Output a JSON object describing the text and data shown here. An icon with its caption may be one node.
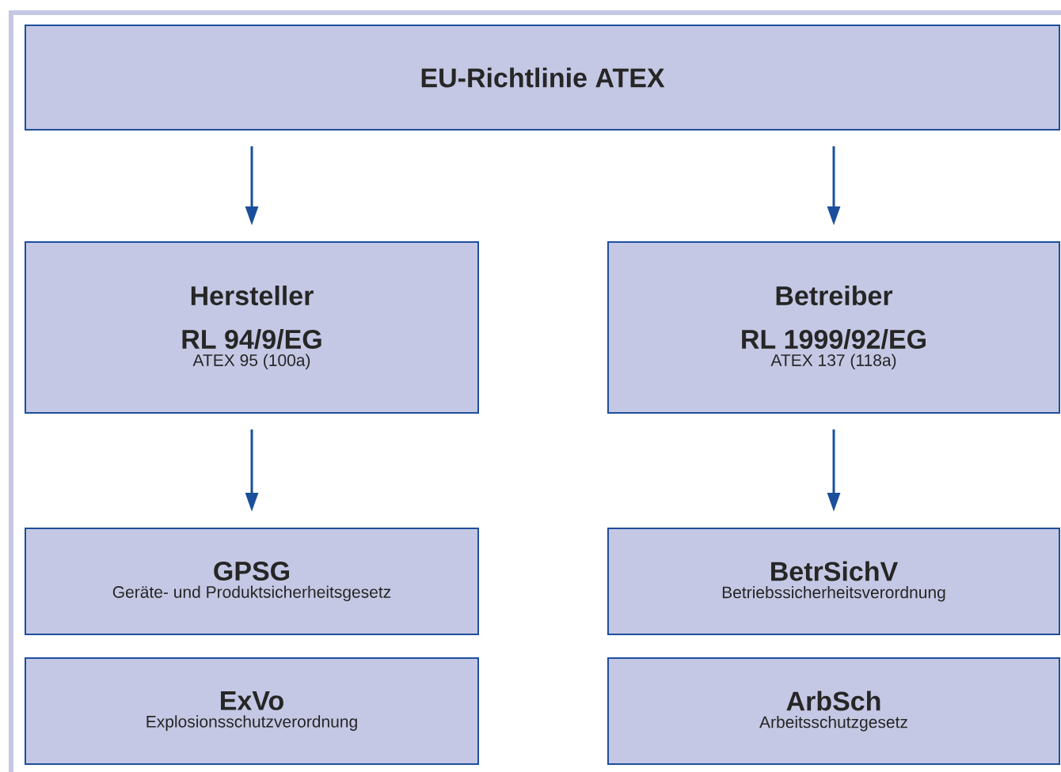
{
  "diagram": {
    "nodes": [
      {
        "text": [
          "EU-Richtlinie ATEX"
        ]
      },
      {
        "text": [
          "Hersteller",
          "RL 94/9/EG",
          "ATEX 95 (100a)"
        ]
      },
      {
        "text": [
          "Betreiber",
          "RL 1999/92/EG",
          "ATEX 137 (118a)"
        ]
      },
      {
        "text": [
          "GPSG",
          "Geräte- und Produktsicherheitsgesetz"
        ]
      },
      {
        "text": [
          "BetrSichV",
          "Betriebssicherheitsverordnung"
        ]
      },
      {
        "text": [
          "ExVo",
          "Explosionsschutzverordnung"
        ]
      },
      {
        "text": [
          "ArbSch",
          "Arbeitsschutzgesetz"
        ]
      }
    ],
    "edges": [
      {
        "from": 0,
        "to": 1,
        "arrow": "to"
      },
      {
        "from": 0,
        "to": 2,
        "arrow": "to"
      },
      {
        "from": 1,
        "to": 3,
        "arrow": "to"
      },
      {
        "from": 2,
        "to": 4,
        "arrow": "to"
      }
    ]
  }
}
